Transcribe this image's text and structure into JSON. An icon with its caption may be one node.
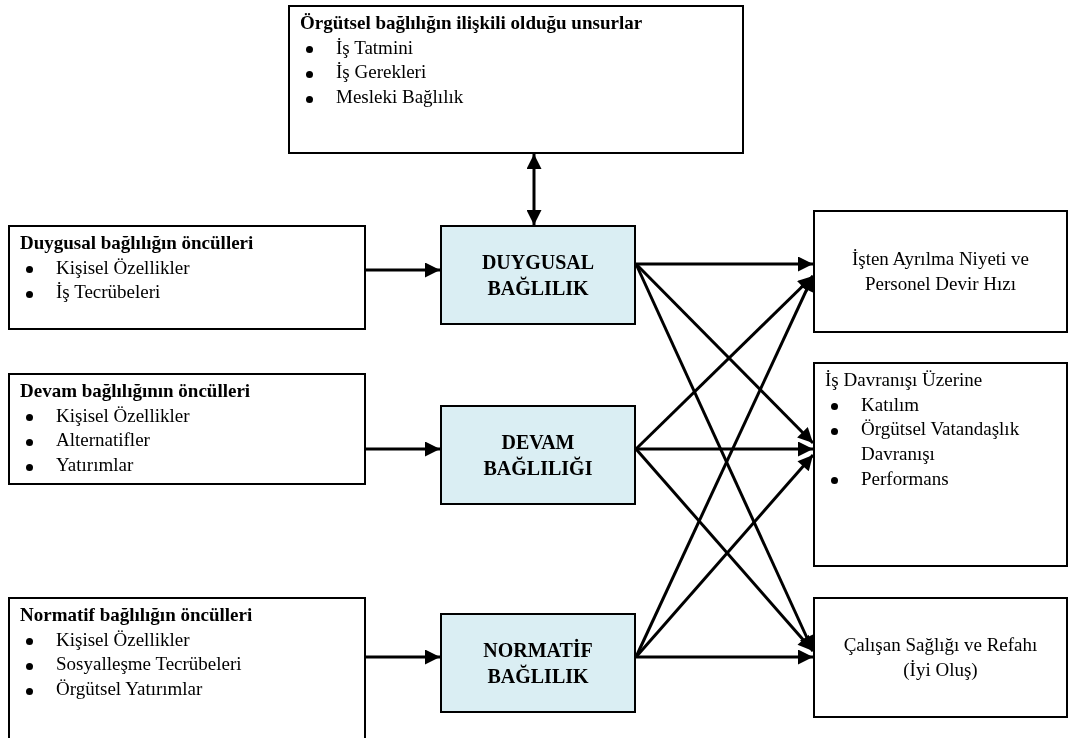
{
  "diagram": {
    "nodes": [
      {
        "text": [
          "Örgütsel bağlılığın ilişkili olduğu unsurlar",
          "İş Tatmini",
          "İş Gerekleri",
          "Mesleki Bağlılık"
        ]
      },
      {
        "text": [
          "Duygusal bağlılığın öncülleri",
          "Kişisel Özellikler",
          "İş Tecrübeleri"
        ]
      },
      {
        "text": [
          "DUYGUSAL BAĞLILIK"
        ]
      },
      {
        "text": [
          "Devam bağlılığının öncülleri",
          "Kişisel Özellikler",
          "Alternatifler",
          "Yatırımlar"
        ]
      },
      {
        "text": [
          "DEVAM BAĞLILIĞI"
        ]
      },
      {
        "text": [
          "Normatif bağlılığın öncülleri",
          "Kişisel Özellikler",
          "Sosyalleşme Tecrübeleri",
          "Örgütsel Yatırımlar"
        ]
      },
      {
        "text": [
          "NORMATİF BAĞLILIK"
        ]
      },
      {
        "text": [
          "İşten Ayrılma Niyeti ve Personel Devir Hızı"
        ]
      },
      {
        "text": [
          "İş Davranışı Üzerine",
          "Katılım",
          "Örgütsel Vatandaşlık Davranışı",
          "Performans"
        ]
      },
      {
        "text": [
          "Çalışan Sağlığı ve Refahı (İyi Oluş)"
        ]
      }
    ],
    "edges": [
      {
        "from": 0,
        "to": 2,
        "arrow": "both"
      },
      {
        "from": 1,
        "to": 2,
        "arrow": "to"
      },
      {
        "from": 3,
        "to": 4,
        "arrow": "to"
      },
      {
        "from": 5,
        "to": 6,
        "arrow": "to"
      },
      {
        "from": 2,
        "to": 7,
        "arrow": "to"
      },
      {
        "from": 2,
        "to": 8,
        "arrow": "to"
      },
      {
        "from": 2,
        "to": 9,
        "arrow": "to"
      },
      {
        "from": 4,
        "to": 7,
        "arrow": "to"
      },
      {
        "from": 4,
        "to": 8,
        "arrow": "to"
      },
      {
        "from": 4,
        "to": 9,
        "arrow": "to"
      },
      {
        "from": 6,
        "to": 7,
        "arrow": "to"
      },
      {
        "from": 6,
        "to": 8,
        "arrow": "to"
      },
      {
        "from": 6,
        "to": 9,
        "arrow": "to"
      }
    ]
  }
}
